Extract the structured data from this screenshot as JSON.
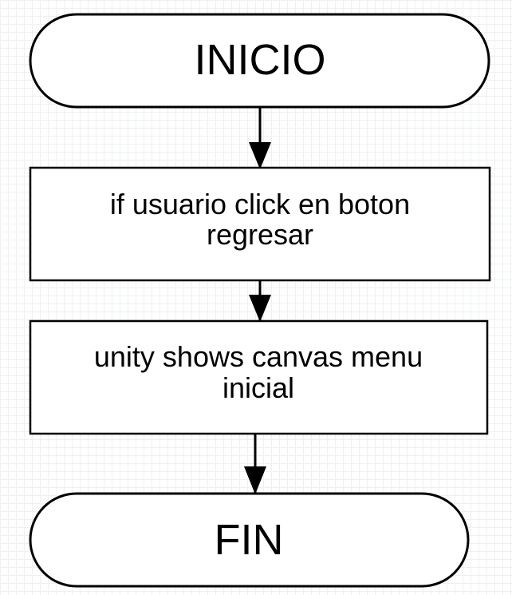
{
  "diagram": {
    "type": "flowchart",
    "nodes": [
      {
        "id": "start",
        "shape": "terminator",
        "lines": [
          "INICIO"
        ]
      },
      {
        "id": "check-click",
        "shape": "process",
        "lines": [
          "if usuario click en boton",
          "regresar"
        ]
      },
      {
        "id": "show-menu",
        "shape": "process",
        "lines": [
          "unity shows canvas menu",
          "inicial"
        ]
      },
      {
        "id": "end",
        "shape": "terminator",
        "lines": [
          "FIN"
        ]
      }
    ],
    "edges": [
      {
        "from": "start",
        "to": "check-click"
      },
      {
        "from": "check-click",
        "to": "show-menu"
      },
      {
        "from": "show-menu",
        "to": "end"
      }
    ]
  },
  "colors": {
    "stroke": "#000000",
    "node_fill": "#ffffff",
    "background": "#ffffff",
    "grid": "#eef0f2"
  }
}
